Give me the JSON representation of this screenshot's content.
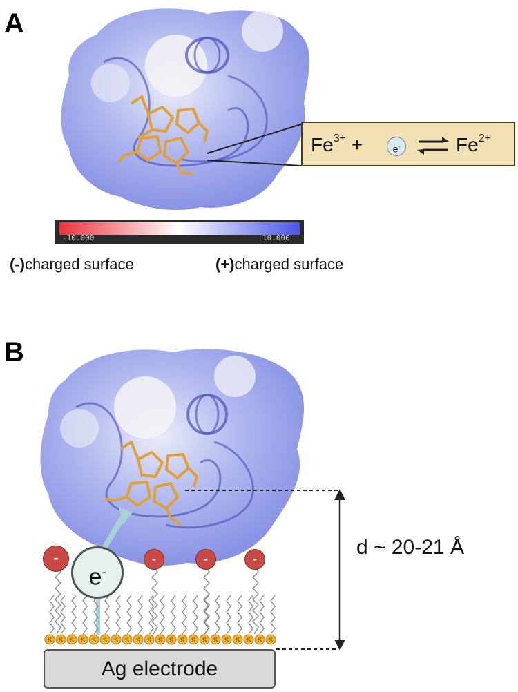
{
  "panels": {
    "a": "A",
    "b": "B"
  },
  "colorbar": {
    "min_label": "-10.000",
    "max_label": "10.000",
    "colors": {
      "negative": "#e8343f",
      "neutral": "#ffffff",
      "positive": "#4a55e6"
    }
  },
  "legend": {
    "negative": {
      "sign": "(-)",
      "text": "charged surface"
    },
    "positive": {
      "sign": "(+)",
      "text": "charged surface"
    }
  },
  "reaction": {
    "left_ion": "Fe",
    "left_charge": "3+",
    "plus": "+",
    "electron": "e",
    "electron_charge": "-",
    "right_ion": "Fe",
    "right_charge": "2+"
  },
  "diagram_b": {
    "electron": "e",
    "electron_charge": "-",
    "distance": "d ~ 20-21 Å",
    "electrode": "Ag electrode",
    "sulfur": "S",
    "negative_sign": "-"
  },
  "colors": {
    "heme": "#e0a03c",
    "protein_surface": "#8f9aea",
    "box_fill": "#f3e1b6",
    "neg_head": "#c94a44",
    "electrode": "#d9d9d9",
    "sulfur": "#f0b030"
  }
}
